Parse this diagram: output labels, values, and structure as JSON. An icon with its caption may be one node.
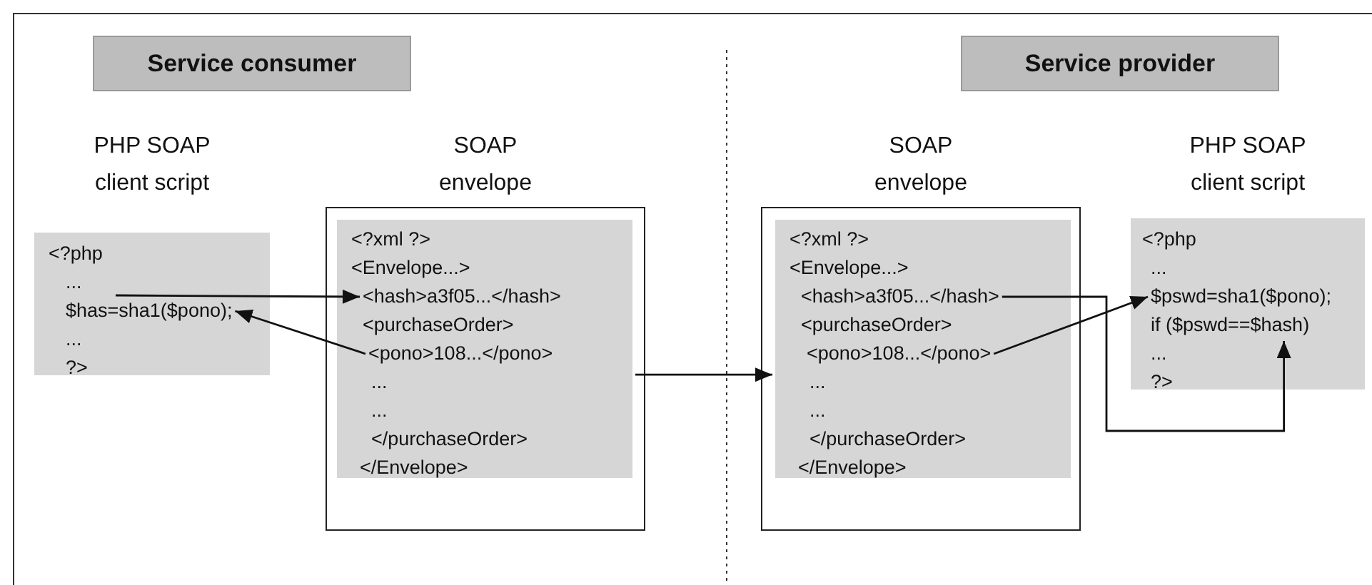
{
  "diagram": {
    "nodes": [
      {
        "text": [
          "Service consumer"
        ]
      },
      {
        "text": [
          "Service provider"
        ]
      },
      {
        "text": [
          "PHP SOAP client script"
        ]
      },
      {
        "text": [
          "<?php"
        ],
        "in": 2
      },
      {
        "text": [
          "..."
        ],
        "in": 2
      },
      {
        "text": [
          "$has=sha1($pono);"
        ],
        "in": 2
      },
      {
        "text": [
          "..."
        ],
        "in": 2
      },
      {
        "text": [
          "?>"
        ],
        "in": 2
      },
      {
        "text": [
          "SOAP envelope"
        ]
      },
      {
        "text": [],
        "shape": "box",
        "in": 8
      },
      {
        "text": [
          "<?xml ?>"
        ],
        "in": 9
      },
      {
        "text": [
          "<Envelope...>"
        ],
        "in": 9
      },
      {
        "text": [
          "<hash>a3f05...</hash>"
        ],
        "in": 9
      },
      {
        "text": [
          "<purchaseOrder>"
        ],
        "in": 9
      },
      {
        "text": [
          "<pono>108...</pono>"
        ],
        "in": 9
      },
      {
        "text": [
          "..."
        ],
        "in": 9
      },
      {
        "text": [
          "..."
        ],
        "in": 9
      },
      {
        "text": [
          "</purchaseOrder>"
        ],
        "in": 9
      },
      {
        "text": [
          "</Envelope>"
        ],
        "in": 9
      },
      {
        "text": [
          "SOAP envelope"
        ]
      },
      {
        "text": [],
        "shape": "box",
        "in": 19
      },
      {
        "text": [
          "<?xml ?>"
        ],
        "in": 20
      },
      {
        "text": [
          "<Envelope...>"
        ],
        "in": 20
      },
      {
        "text": [
          "<hash>a3f05...</hash>"
        ],
        "in": 20
      },
      {
        "text": [
          "<purchaseOrder>"
        ],
        "in": 20
      },
      {
        "text": [
          "<pono>108...</pono>"
        ],
        "in": 20
      },
      {
        "text": [
          "..."
        ],
        "in": 20
      },
      {
        "text": [
          "..."
        ],
        "in": 20
      },
      {
        "text": [
          "</purchaseOrder>"
        ],
        "in": 20
      },
      {
        "text": [
          "</Envelope>"
        ],
        "in": 20
      },
      {
        "text": [
          "PHP SOAP client script"
        ]
      },
      {
        "text": [
          "<?php"
        ],
        "in": 30
      },
      {
        "text": [
          "..."
        ],
        "in": 30
      },
      {
        "text": [
          "$pswd=sha1($pono);"
        ],
        "in": 30
      },
      {
        "text": [
          "if ($pswd==$hash)"
        ],
        "in": 30
      },
      {
        "text": [
          "..."
        ],
        "in": 30
      },
      {
        "text": [
          "?>"
        ],
        "in": 30
      }
    ],
    "edges": [
      {
        "from": 5,
        "to": 12,
        "arrow": "to"
      },
      {
        "from": 14,
        "to": 5,
        "arrow": "to"
      },
      {
        "from": 9,
        "to": 20,
        "arrow": "to"
      },
      {
        "from": 23,
        "to": 34,
        "arrow": "to"
      },
      {
        "from": 25,
        "to": 33,
        "arrow": "to"
      }
    ]
  }
}
